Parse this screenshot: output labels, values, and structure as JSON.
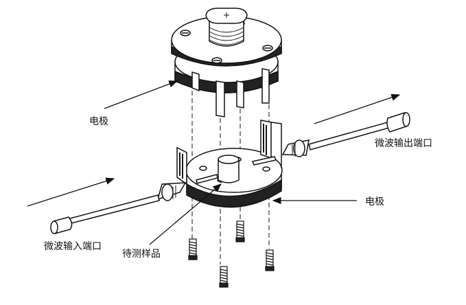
{
  "labels": {
    "electrode_top": "电极",
    "electrode_right": "电极",
    "microwave_output": "微波输出端口",
    "microwave_input": "微波输入端口",
    "sample": "待测样品"
  }
}
